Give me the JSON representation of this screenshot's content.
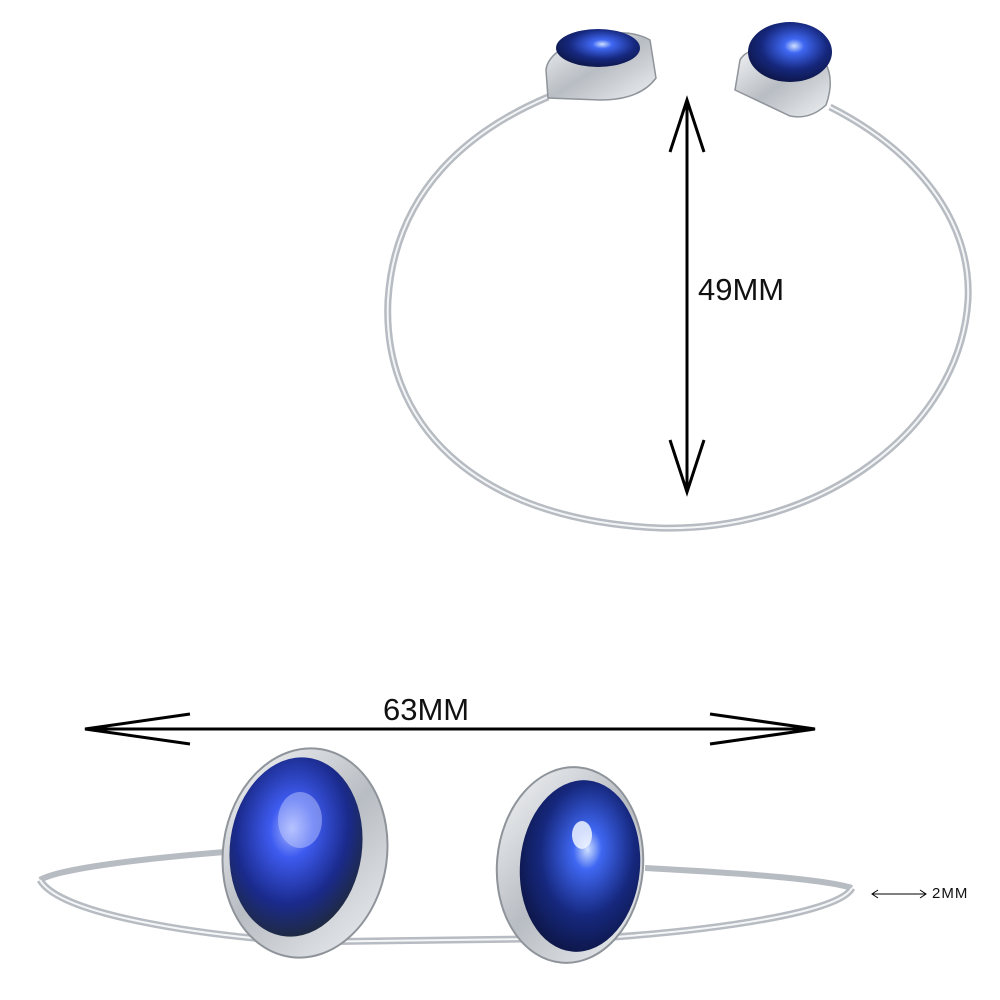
{
  "dimensions": {
    "height_label": "49MM",
    "width_label": "63MM",
    "thickness_label": "2MM"
  },
  "colors": {
    "silver": "#c9cdd2",
    "silver_dark": "#8e949a",
    "stone_blue": "#1f3fb8",
    "stone_dark": "#0d1640",
    "arrow": "#000000"
  }
}
